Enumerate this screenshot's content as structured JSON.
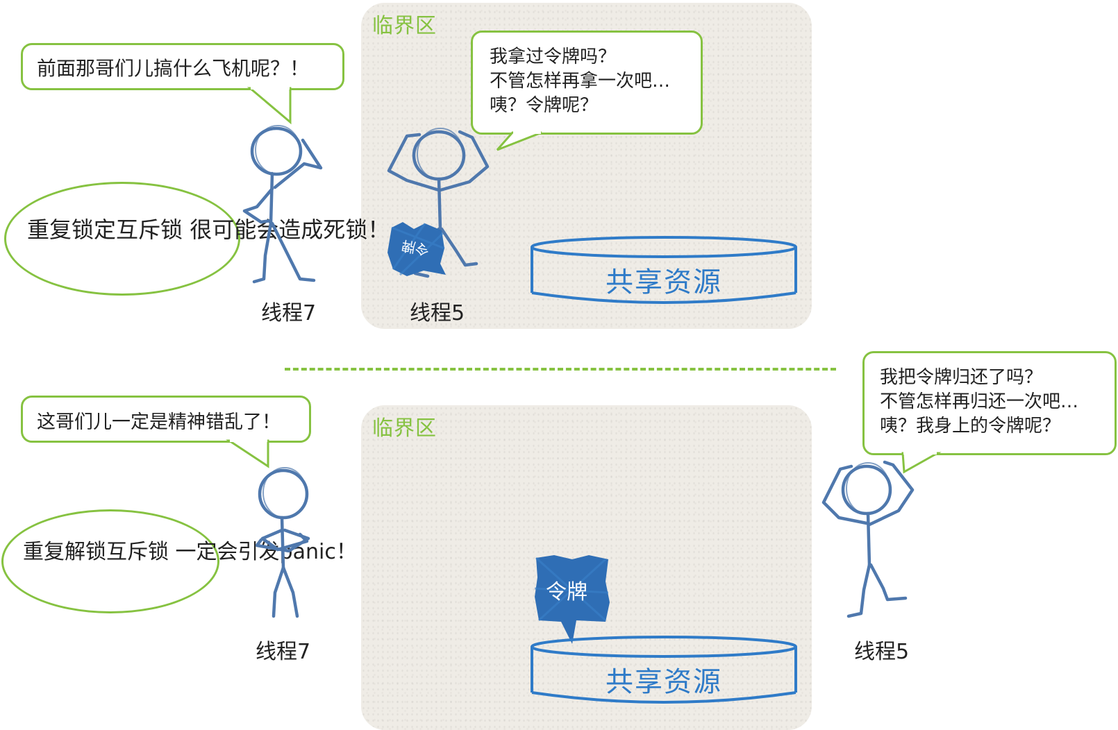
{
  "top": {
    "zone_title": "临界区",
    "bubble_thread7": "前面那哥们儿搞什么飞机呢？！",
    "bubble_thread5": [
      "我拿过令牌吗？",
      "不管怎样再拿一次吧…",
      "咦？令牌呢？"
    ],
    "note": [
      "重复锁定互斥锁",
      "很可能会造成死锁！"
    ],
    "token": "令牌",
    "resource": "共享资源",
    "label_thread7": "线程7",
    "label_thread5": "线程5"
  },
  "bottom": {
    "zone_title": "临界区",
    "bubble_thread7": "这哥们儿一定是精神错乱了！",
    "bubble_thread5": [
      "我把令牌归还了吗？",
      "不管怎样再归还一次吧…",
      "咦？我身上的令牌呢？"
    ],
    "note": [
      "重复解锁互斥锁",
      "一定会引发panic！"
    ],
    "token": "令牌",
    "resource": "共享资源",
    "label_thread7": "线程7",
    "label_thread5": "线程5"
  },
  "colors": {
    "green": "#86c241",
    "blue": "#2f7bc8",
    "figure": "#4f78ad"
  }
}
